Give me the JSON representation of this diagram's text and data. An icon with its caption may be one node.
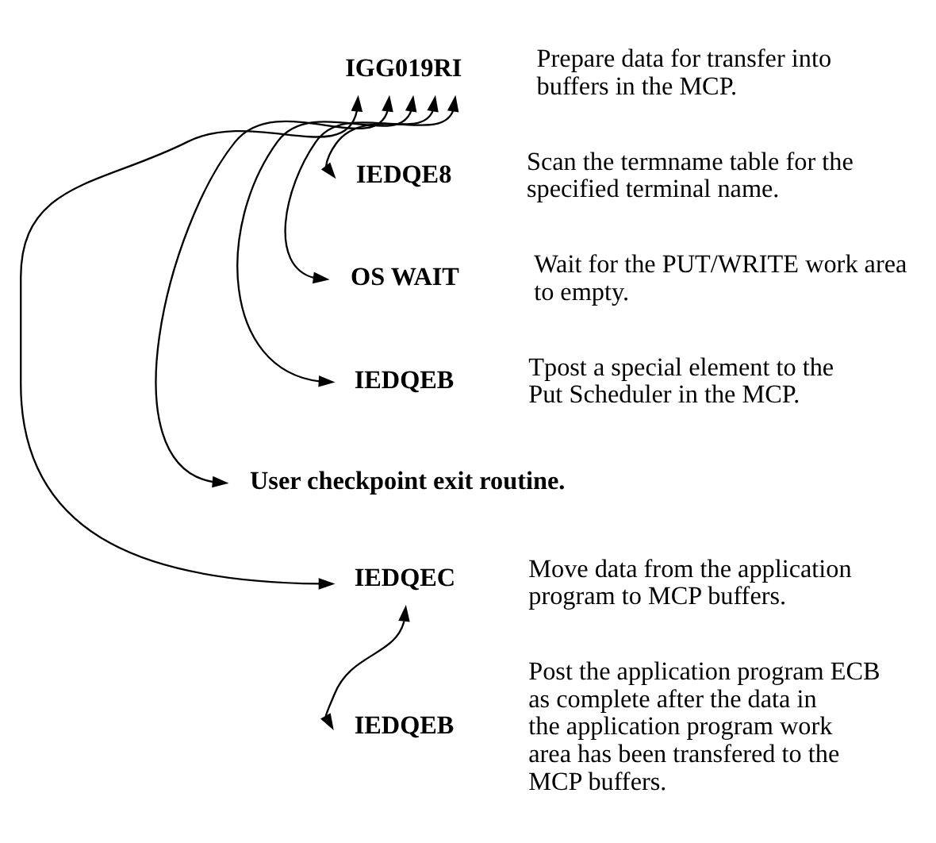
{
  "diagram": {
    "nodes": [
      {
        "text": [
          "IGG019RI"
        ],
        "beside": [
          "Prepare data for transfer into buffers in the MCP."
        ]
      },
      {
        "text": [
          "IEDQE8"
        ],
        "beside": [
          "Scan the termname table for the specified terminal name."
        ]
      },
      {
        "text": [
          "OS WAIT"
        ],
        "beside": [
          "Wait for the PUT/WRITE work area to empty."
        ]
      },
      {
        "text": [
          "IEDQEB"
        ],
        "beside": [
          "Tpost a special element to the Put Scheduler in the MCP."
        ]
      },
      {
        "text": [
          "User checkpoint exit routine."
        ]
      },
      {
        "text": [
          "IEDQEC"
        ],
        "beside": [
          "Move data from the application program to MCP buffers."
        ]
      },
      {
        "text": [
          "IEDQEB"
        ],
        "beside": [
          "Post the application program ECB as complete after the data in the application program work area has been transfered to the MCP buffers."
        ]
      }
    ],
    "edges": [
      {
        "from": 0,
        "to": 1,
        "arrow": "both"
      },
      {
        "from": 0,
        "to": 2,
        "arrow": "both"
      },
      {
        "from": 0,
        "to": 3,
        "arrow": "both"
      },
      {
        "from": 0,
        "to": 4,
        "arrow": "both"
      },
      {
        "from": 0,
        "to": 5,
        "arrow": "both"
      },
      {
        "from": 5,
        "to": 6,
        "arrow": "both"
      }
    ]
  }
}
